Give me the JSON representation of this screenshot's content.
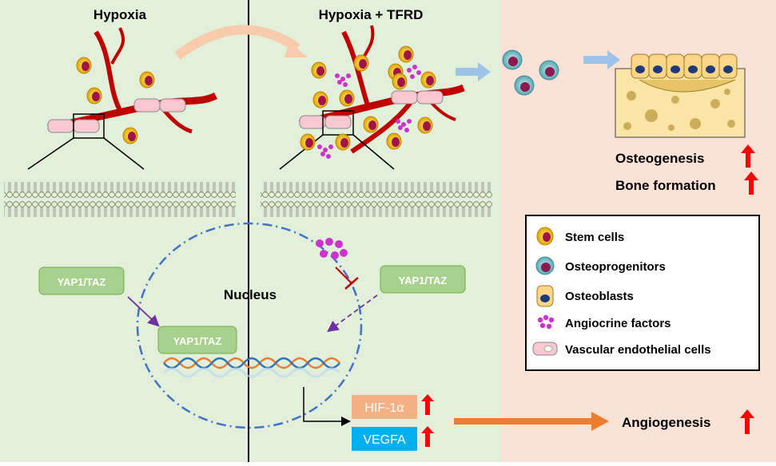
{
  "panels": {
    "left_title": "Hypoxia",
    "middle_title": "Hypoxia + TFRD"
  },
  "nucleus": {
    "label": "Nucleus"
  },
  "yap": {
    "left_label": "YAP1/TAZ",
    "inner_label": "YAP1/TAZ",
    "right_label": "YAP1/TAZ"
  },
  "markers": {
    "hif": "HIF-1α",
    "vegfa": "VEGFA",
    "hif_color": "#f4b183",
    "vegfa_color": "#00b0f0"
  },
  "outcomes": {
    "angiogenesis": "Angiogenesis",
    "osteogenesis": "Osteogenesis",
    "bone_formation": "Bone formation"
  },
  "legend": {
    "items": [
      {
        "icon": "stem-cell-icon",
        "label": "Stem cells"
      },
      {
        "icon": "osteoprogenitor-icon",
        "label": "Osteoprogenitors"
      },
      {
        "icon": "osteoblast-icon",
        "label": "Osteoblasts"
      },
      {
        "icon": "angiocrine-factor-icon",
        "label": "Angiocrine factors"
      },
      {
        "icon": "endothelial-cell-icon",
        "label": "Vascular endothelial cells"
      }
    ]
  },
  "colors": {
    "green_bg": "#e2efda",
    "peach_bg": "#fbe2d6",
    "vessel": "#c00000",
    "up_arrow": "#ff0000",
    "yap_box": "#a9d18e",
    "nucleus_border": "#4472c4",
    "factor_dots": "#cc33cc",
    "orange_arrow": "#ed7d31",
    "blue_arrow": "#9dc3e6"
  }
}
